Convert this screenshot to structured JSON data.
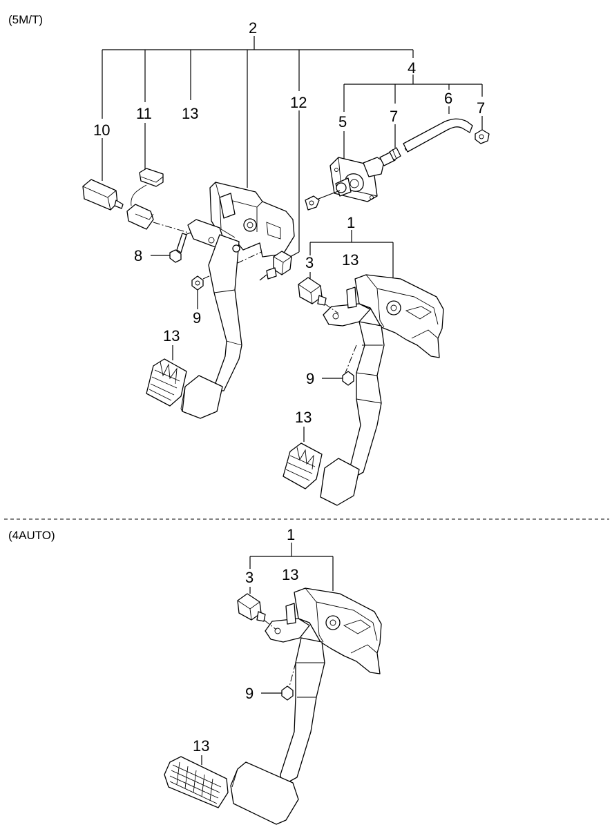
{
  "sections": {
    "manual": "(5M/T)",
    "auto": "(4AUTO)"
  },
  "callouts": {
    "c2": "2",
    "c4": "4",
    "c10": "10",
    "c11": "11",
    "c13a": "13",
    "c12": "12",
    "c5": "5",
    "c7a": "7",
    "c6": "6",
    "c7b": "7",
    "c1a": "1",
    "c3a": "3",
    "c13b": "13",
    "c8": "8",
    "c9a": "9",
    "c13c": "13",
    "c9b": "9",
    "c13d": "13",
    "c1b": "1",
    "c3b": "3",
    "c13e": "13",
    "c9c": "9",
    "c13f": "13"
  },
  "icons": [
    "clutch-pedal-assembly-icon",
    "brake-pedal-assembly-icon",
    "master-cylinder-icon",
    "switch-icon",
    "pedal-pad-icon"
  ]
}
